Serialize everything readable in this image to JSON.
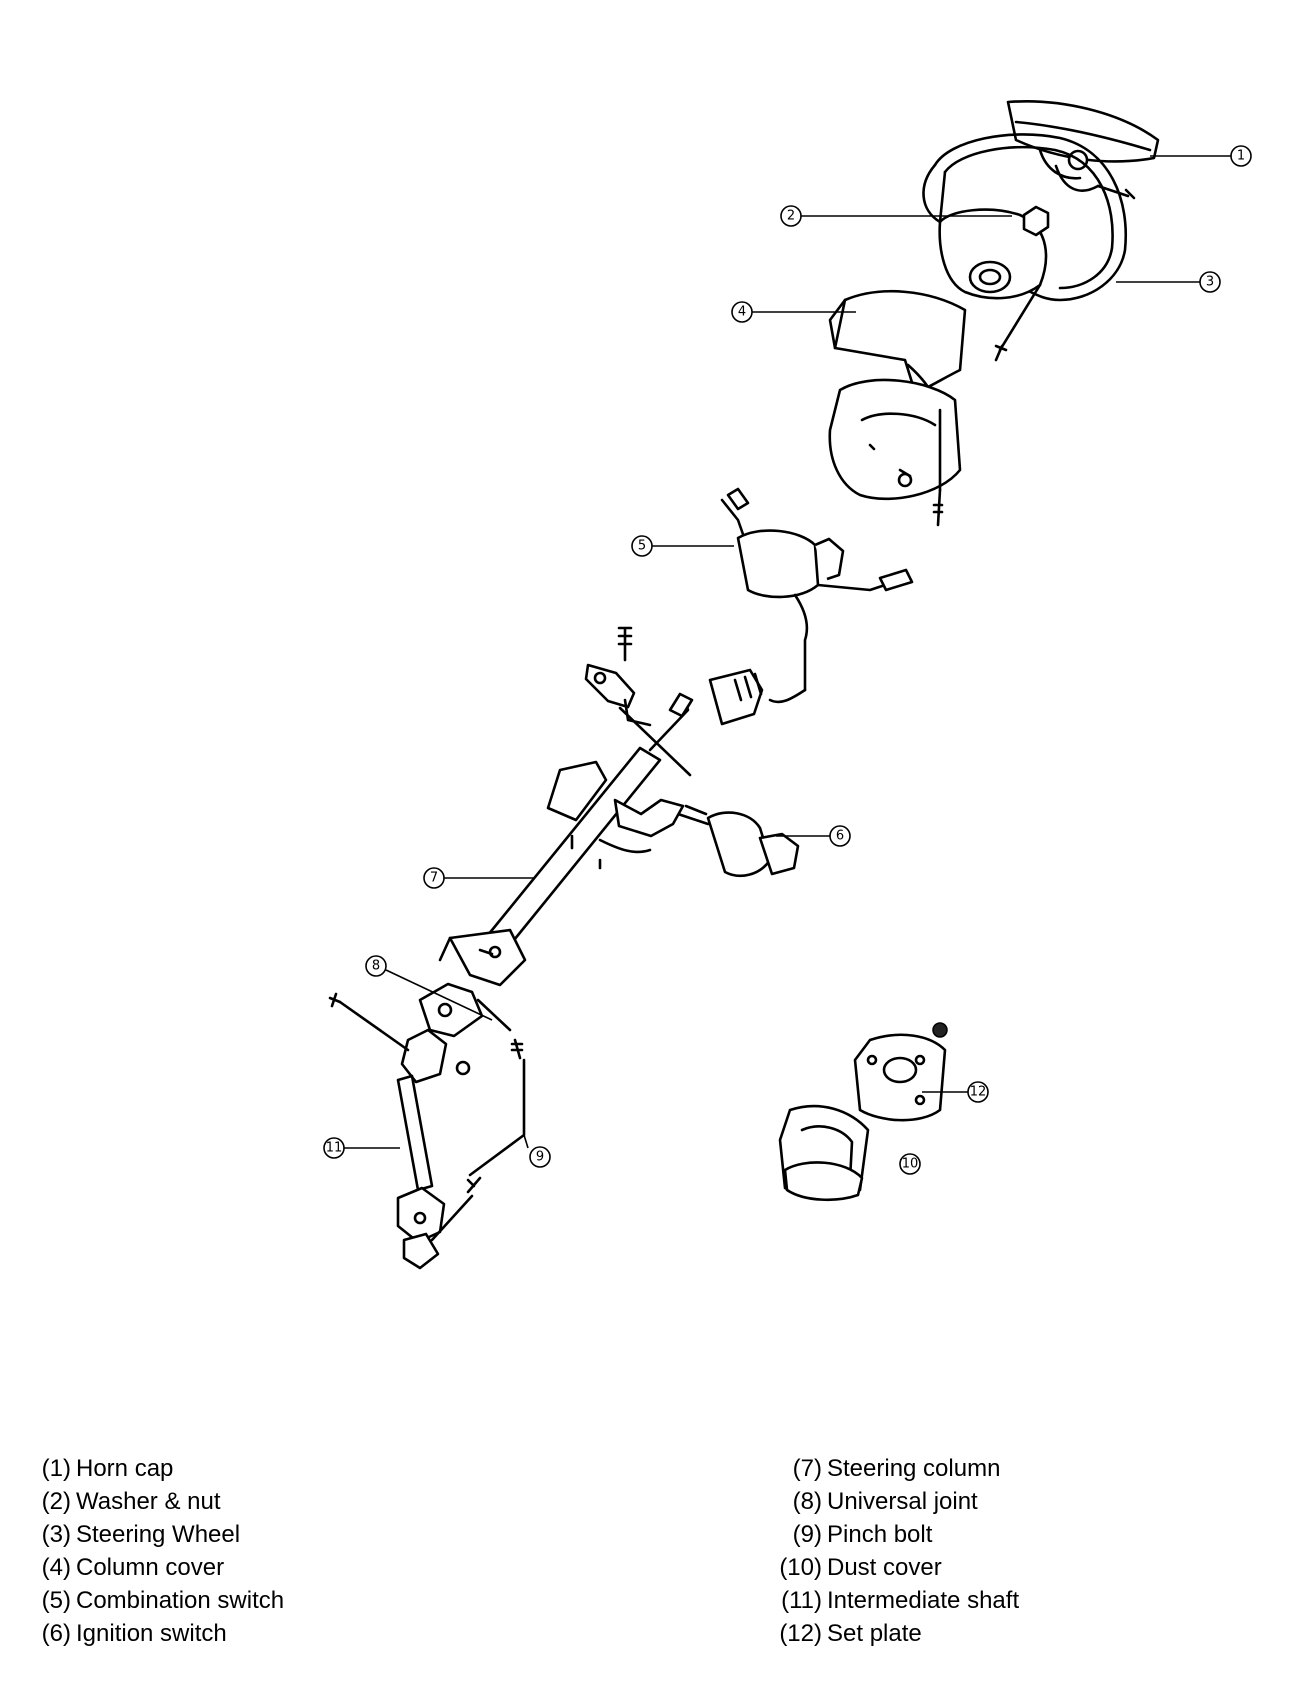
{
  "callouts": [
    "1",
    "2",
    "3",
    "4",
    "5",
    "6",
    "7",
    "8",
    "9",
    "10",
    "11",
    "12"
  ],
  "legend": {
    "left": [
      {
        "num": "(1)",
        "label": "Horn cap"
      },
      {
        "num": "(2)",
        "label": "Washer & nut"
      },
      {
        "num": "(3)",
        "label": "Steering Wheel"
      },
      {
        "num": "(4)",
        "label": "Column cover"
      },
      {
        "num": "(5)",
        "label": "Combination switch"
      },
      {
        "num": "(6)",
        "label": "Ignition switch"
      }
    ],
    "right": [
      {
        "num": "(7)",
        "label": "Steering column"
      },
      {
        "num": "(8)",
        "label": "Universal joint"
      },
      {
        "num": "(9)",
        "label": "Pinch bolt"
      },
      {
        "num": "(10)",
        "label": "Dust cover"
      },
      {
        "num": "(11)",
        "label": "Intermediate shaft"
      },
      {
        "num": "(12)",
        "label": "Set plate"
      }
    ]
  }
}
